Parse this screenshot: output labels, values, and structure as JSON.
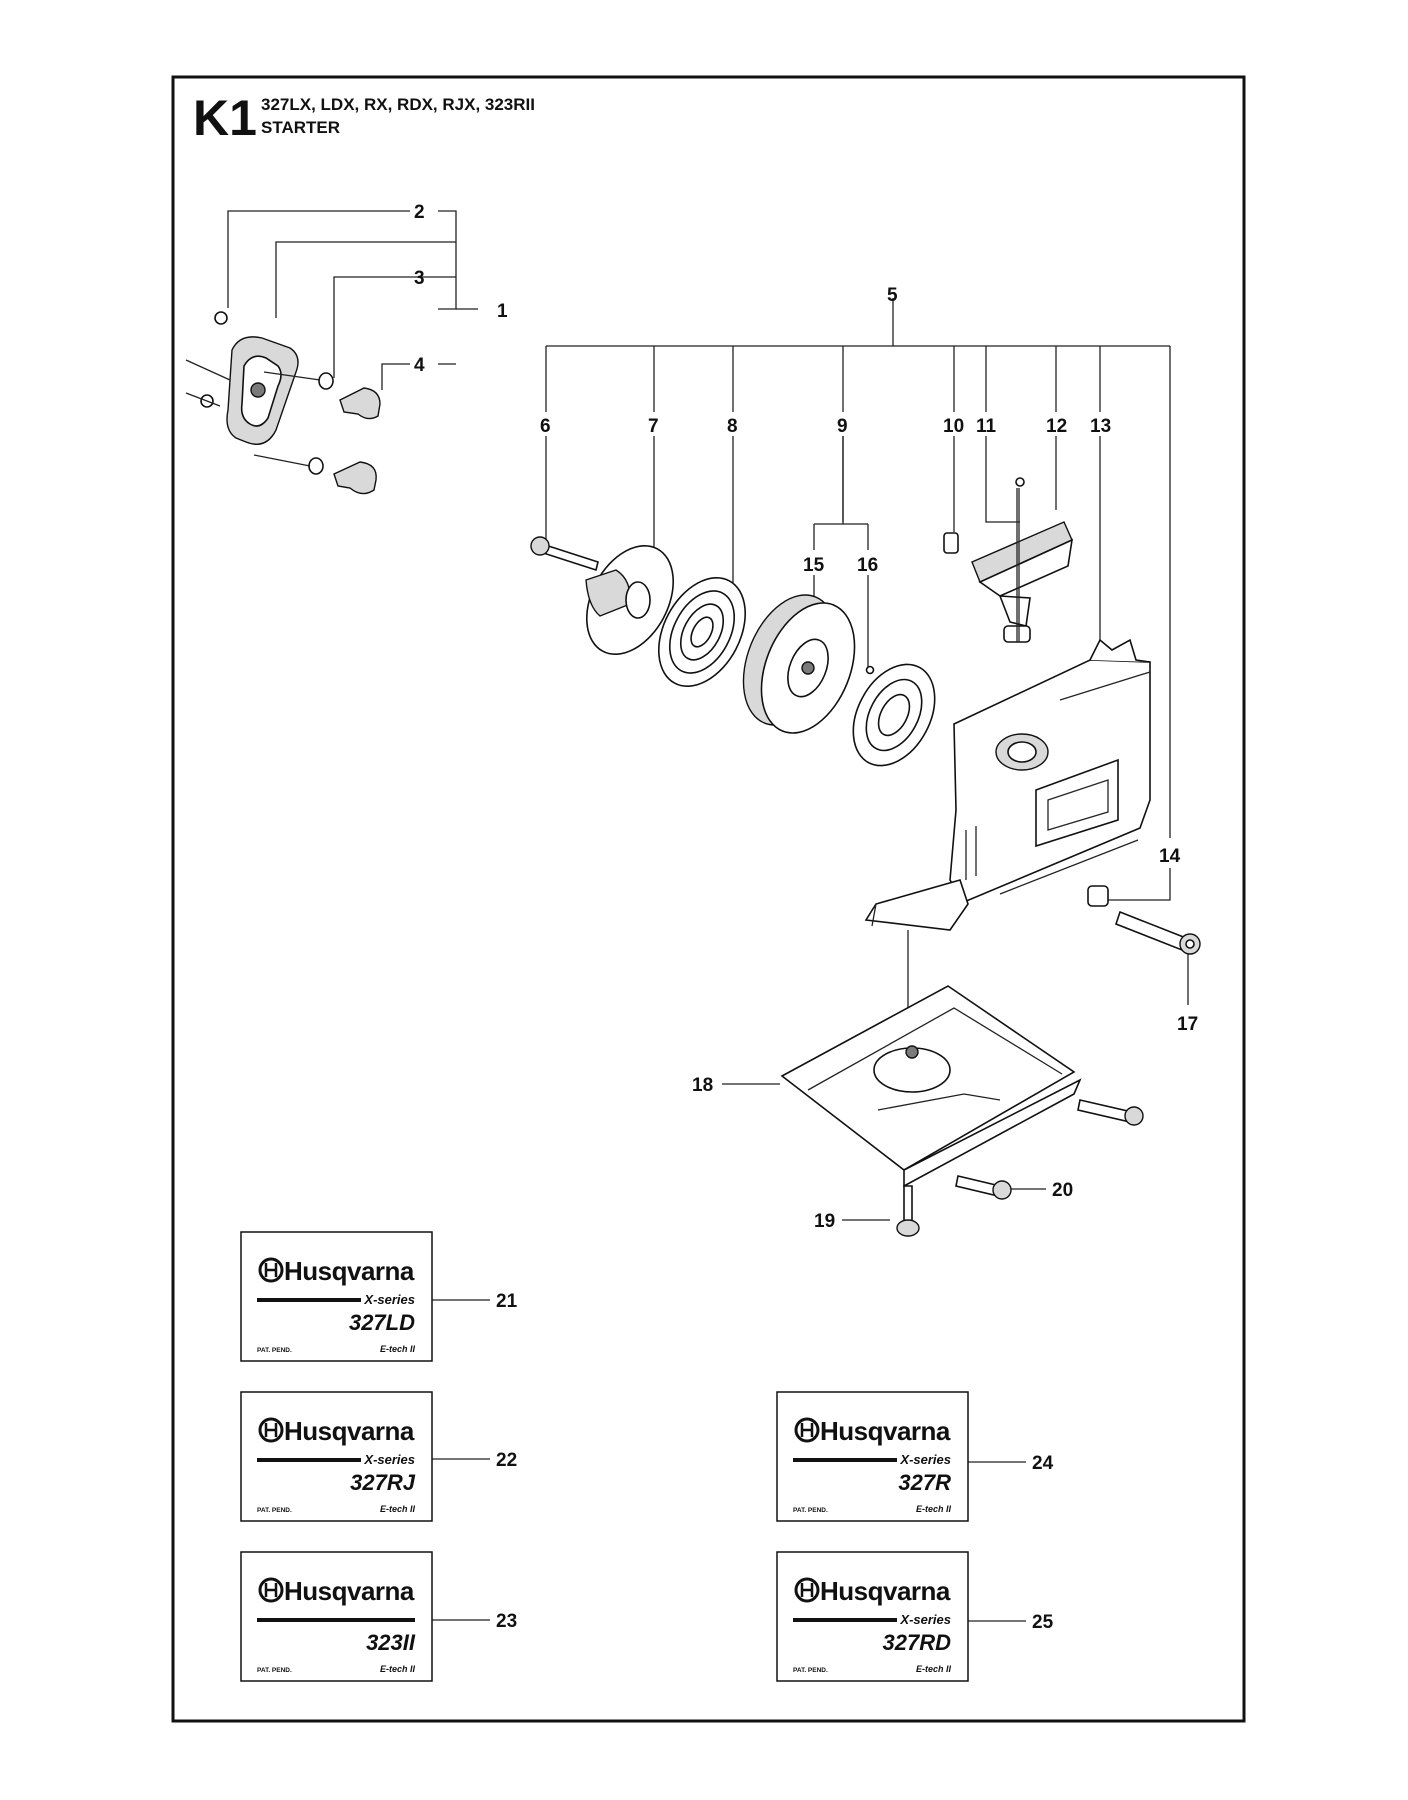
{
  "header": {
    "code": "K1",
    "models": "327LX, LDX, RX, RDX, RJX, 323RII",
    "section": "STARTER"
  },
  "callouts": [
    "1",
    "2",
    "3",
    "4",
    "5",
    "6",
    "7",
    "8",
    "9",
    "10",
    "11",
    "12",
    "13",
    "14",
    "15",
    "16",
    "17",
    "18",
    "19",
    "20",
    "21",
    "22",
    "23",
    "24",
    "25"
  ],
  "decals": [
    {
      "brand": "Husqvarna",
      "series": "X-series",
      "model": "327LD",
      "pat": "PAT. PEND.",
      "tech": "E-tech II"
    },
    {
      "brand": "Husqvarna",
      "series": "X-series",
      "model": "327RJ",
      "pat": "PAT. PEND.",
      "tech": "E-tech II"
    },
    {
      "brand": "Husqvarna",
      "series": "",
      "model": "323II",
      "pat": "PAT. PEND.",
      "tech": "E-tech II"
    },
    {
      "brand": "Husqvarna",
      "series": "X-series",
      "model": "327R",
      "pat": "PAT. PEND.",
      "tech": "E-tech II"
    },
    {
      "brand": "Husqvarna",
      "series": "X-series",
      "model": "327RD",
      "pat": "PAT. PEND.",
      "tech": "E-tech II"
    }
  ],
  "colors": {
    "ink": "#111111",
    "paper": "#ffffff",
    "shade": "#d9d9d9"
  }
}
